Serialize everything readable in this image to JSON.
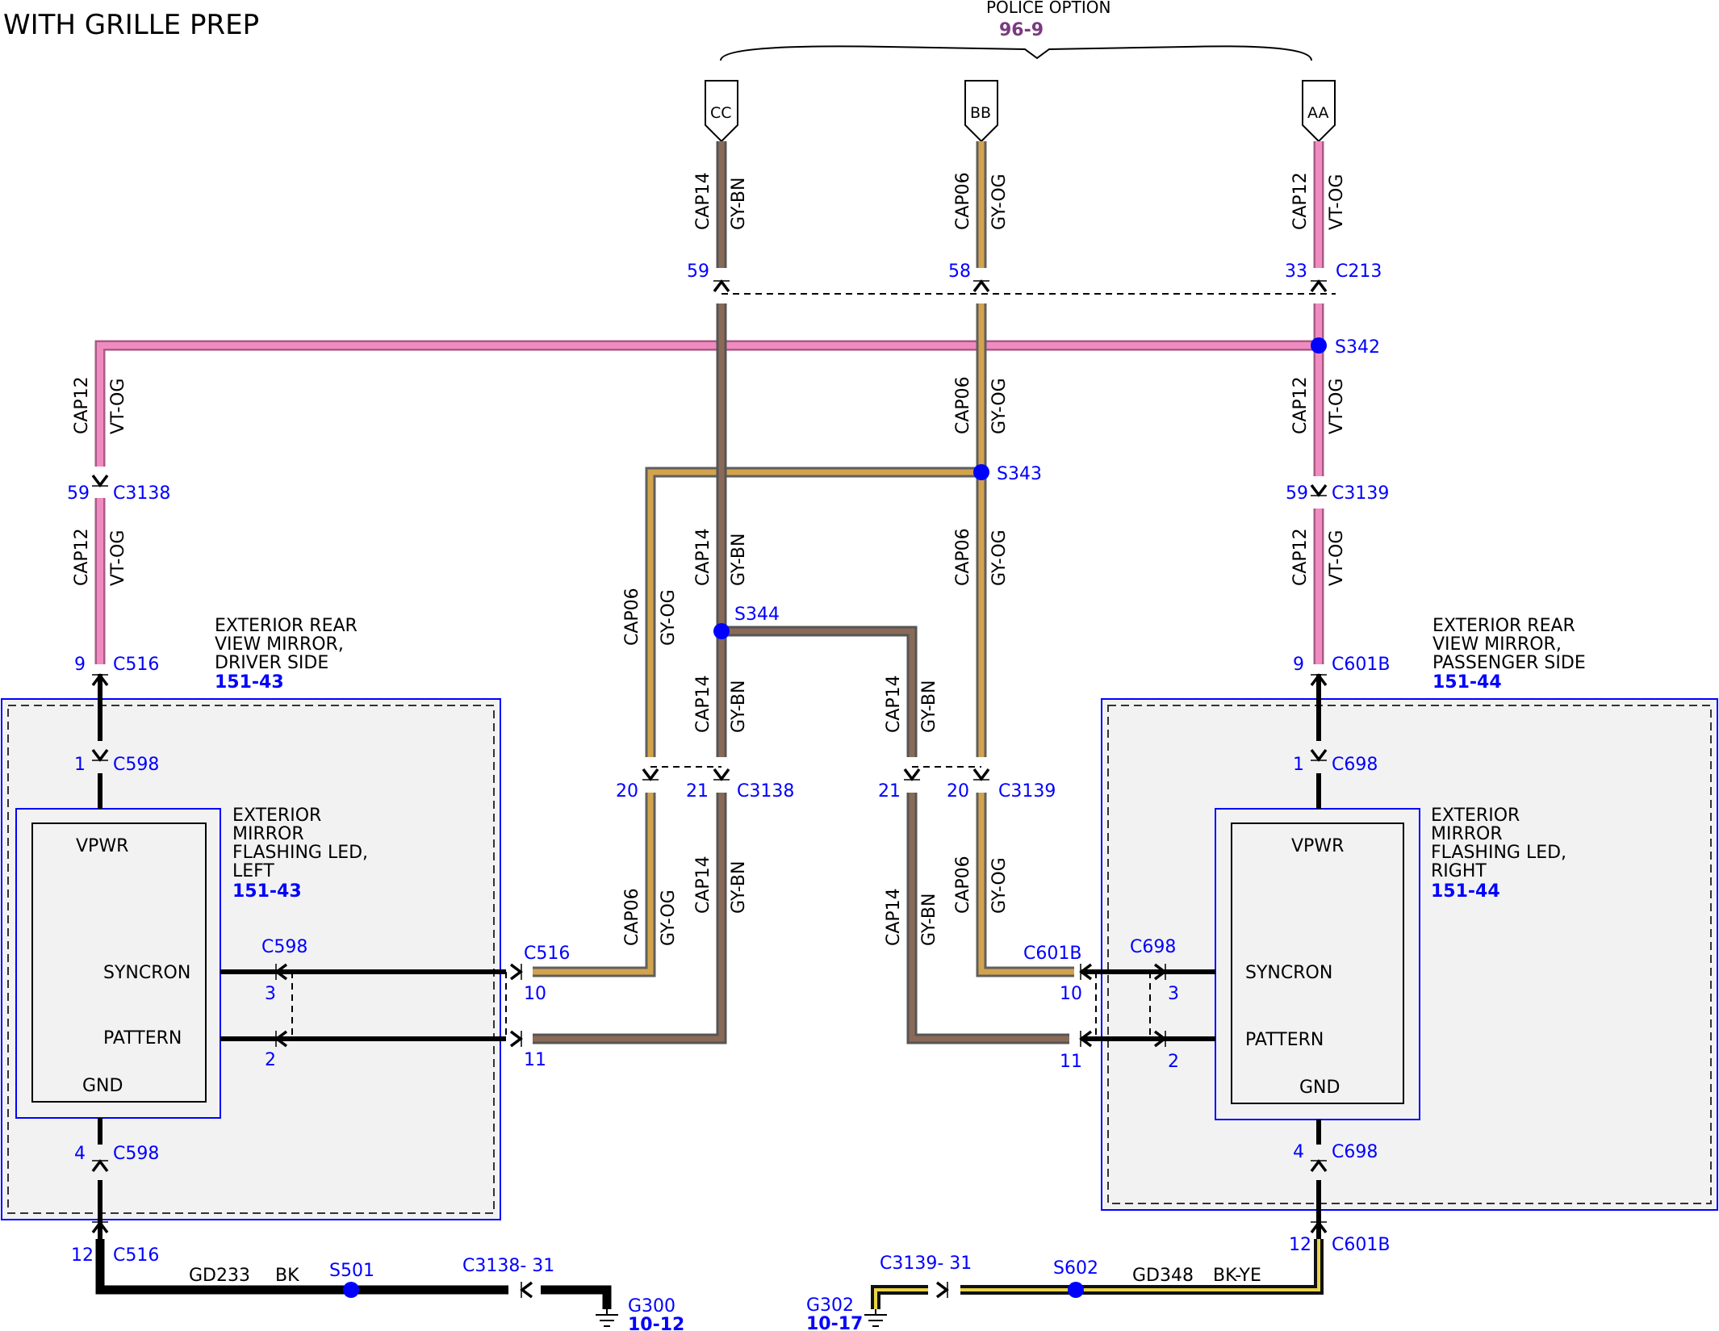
{
  "title": "WITH GRILLE PREP",
  "police_option": {
    "label": "POLICE OPTION",
    "ref": "96-9"
  },
  "tabs": [
    "CC",
    "BB",
    "AA"
  ],
  "colors": {
    "vt_og_main": "#f08bc0",
    "vt_og_edge": "#a85b86",
    "gy_og_main": "#d3a34c",
    "gy_og_edge": "#5f5f5f",
    "gy_bn_main": "#8a6a57",
    "gy_bn_edge": "#555555",
    "bk_ye_main": "#e8d44a",
    "bk_ye_edge": "#111111",
    "blue": "#0000ff",
    "module_fill": "#f2f2f2",
    "police_ref": "#7a3a80"
  },
  "circuits": {
    "cap12": "CAP12",
    "cap06": "CAP06",
    "cap14": "CAP14",
    "vt_og": "VT-OG",
    "gy_og": "GY-OG",
    "gy_bn": "GY-BN",
    "gd233": "GD233",
    "bk": "BK",
    "gd348": "GD348",
    "bk_ye": "BK-YE"
  },
  "pins": {
    "p59": "59",
    "p58": "58",
    "p33": "33",
    "p9": "9",
    "p1": "1",
    "p20": "20",
    "p21": "21",
    "p3": "3",
    "p2": "2",
    "p10": "10",
    "p11": "11",
    "p4": "4",
    "p12": "12"
  },
  "connectors": {
    "c213": "C213",
    "c3138": "C3138",
    "c3139": "C3139",
    "c516": "C516",
    "c601b": "C601B",
    "c598": "C598",
    "c698": "C698",
    "c3138_31": "C3138- 31",
    "c3139_31": "C3139- 31"
  },
  "splices": {
    "s342": "S342",
    "s343": "S343",
    "s344": "S344",
    "s501": "S501",
    "s602": "S602"
  },
  "grounds": {
    "g300": "G300",
    "g300_ref": "10-12",
    "g302": "G302",
    "g302_ref": "10-17"
  },
  "components": {
    "driver_mirror": [
      "EXTERIOR REAR",
      "VIEW MIRROR,",
      "DRIVER SIDE"
    ],
    "driver_mirror_ref": "151-43",
    "passenger_mirror": [
      "EXTERIOR REAR",
      "VIEW MIRROR,",
      "PASSENGER SIDE"
    ],
    "passenger_mirror_ref": "151-44",
    "left_led": [
      "EXTERIOR",
      "MIRROR",
      "FLASHING LED,",
      "LEFT"
    ],
    "left_led_ref": "151-43",
    "right_led": [
      "EXTERIOR",
      "MIRROR",
      "FLASHING LED,",
      "RIGHT"
    ],
    "right_led_ref": "151-44"
  },
  "module_pins": {
    "vpwr": "VPWR",
    "syncron": "SYNCRON",
    "pattern": "PATTERN",
    "gnd": "GND"
  }
}
